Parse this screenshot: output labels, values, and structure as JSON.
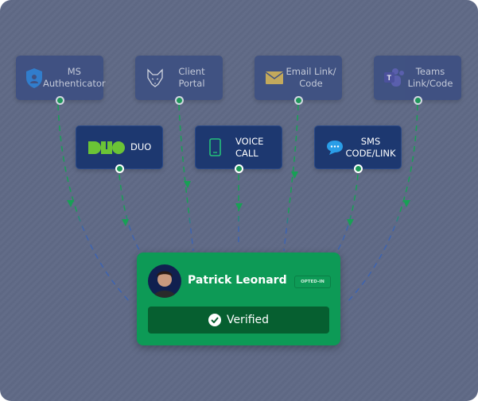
{
  "methods_top": [
    {
      "label": "MS Authenticator",
      "icon": "shield-lock-icon"
    },
    {
      "label": "Client Portal",
      "icon": "wolf-icon"
    },
    {
      "label": "Email Link/ Code",
      "icon": "envelope-icon"
    },
    {
      "label": "Teams Link/Code",
      "icon": "teams-icon"
    }
  ],
  "methods_mid": [
    {
      "label": "DUO",
      "icon": "duo-logo",
      "logo_text": "DUO"
    },
    {
      "label": "VOICE CALL",
      "icon": "phone-icon"
    },
    {
      "label": "SMS CODE/LINK",
      "icon": "chat-bubble-icon"
    }
  ],
  "user": {
    "name": "Patrick Leonard",
    "badge": "OPTED-IN",
    "status": "Verified"
  },
  "colors": {
    "green": "#0d9a56",
    "dark_green": "#065f30",
    "navy": "#1d3870",
    "line_blue": "#3b5fa8"
  }
}
